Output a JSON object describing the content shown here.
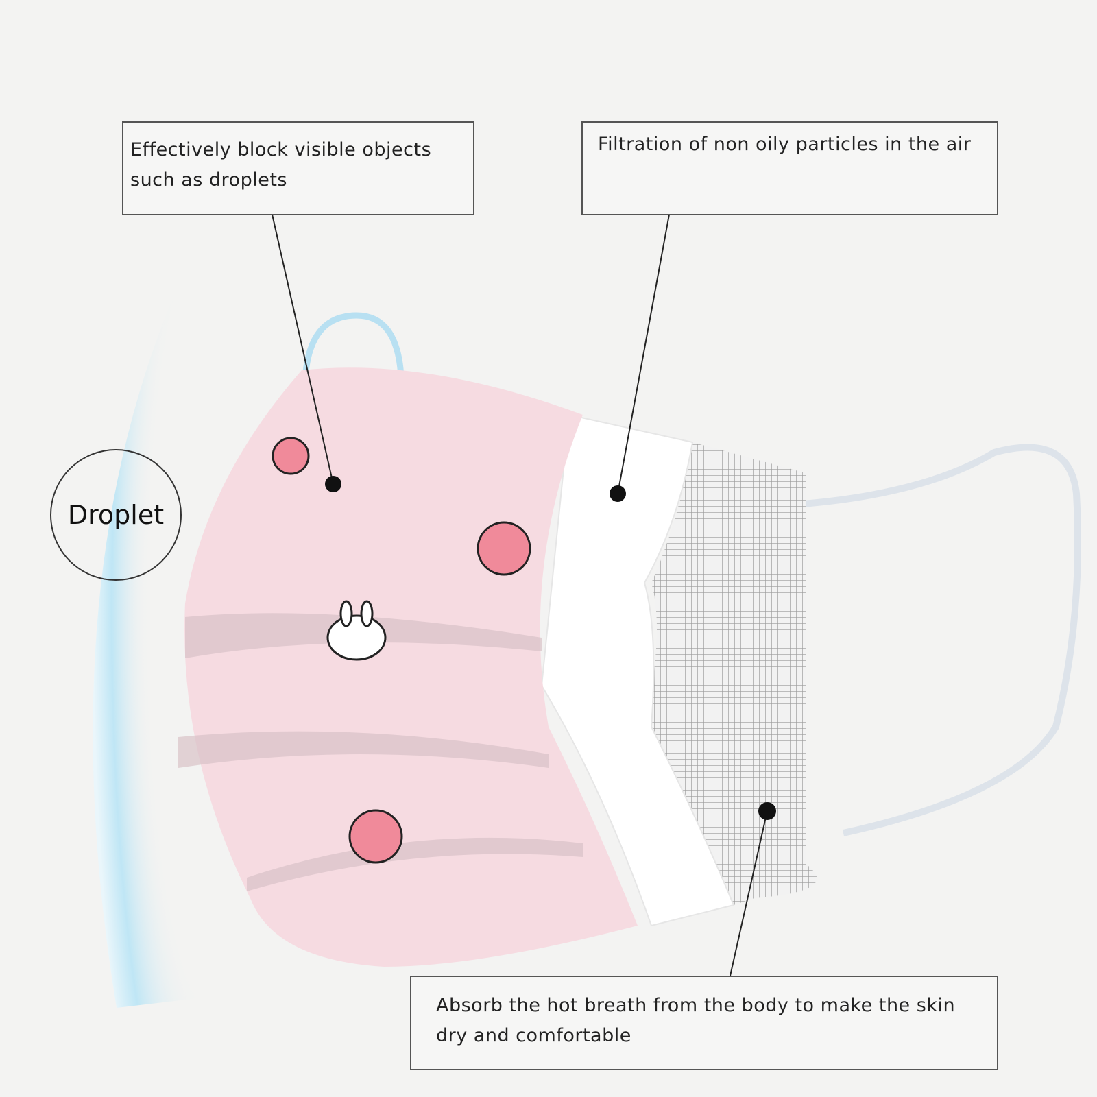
{
  "callouts": {
    "droplet_block": "Effectively block visible objects such as droplets",
    "filtration": "Filtration of non oily particles in the air",
    "absorb": "Absorb the hot breath from the body to make the skin dry and comfortable"
  },
  "droplet_label": "Droplet",
  "colors": {
    "mask_pink": "#f6dbe1",
    "inner_white": "#ffffff",
    "mesh_gray": "#c9c9c9",
    "splash_blue": "#bfe6f5"
  }
}
